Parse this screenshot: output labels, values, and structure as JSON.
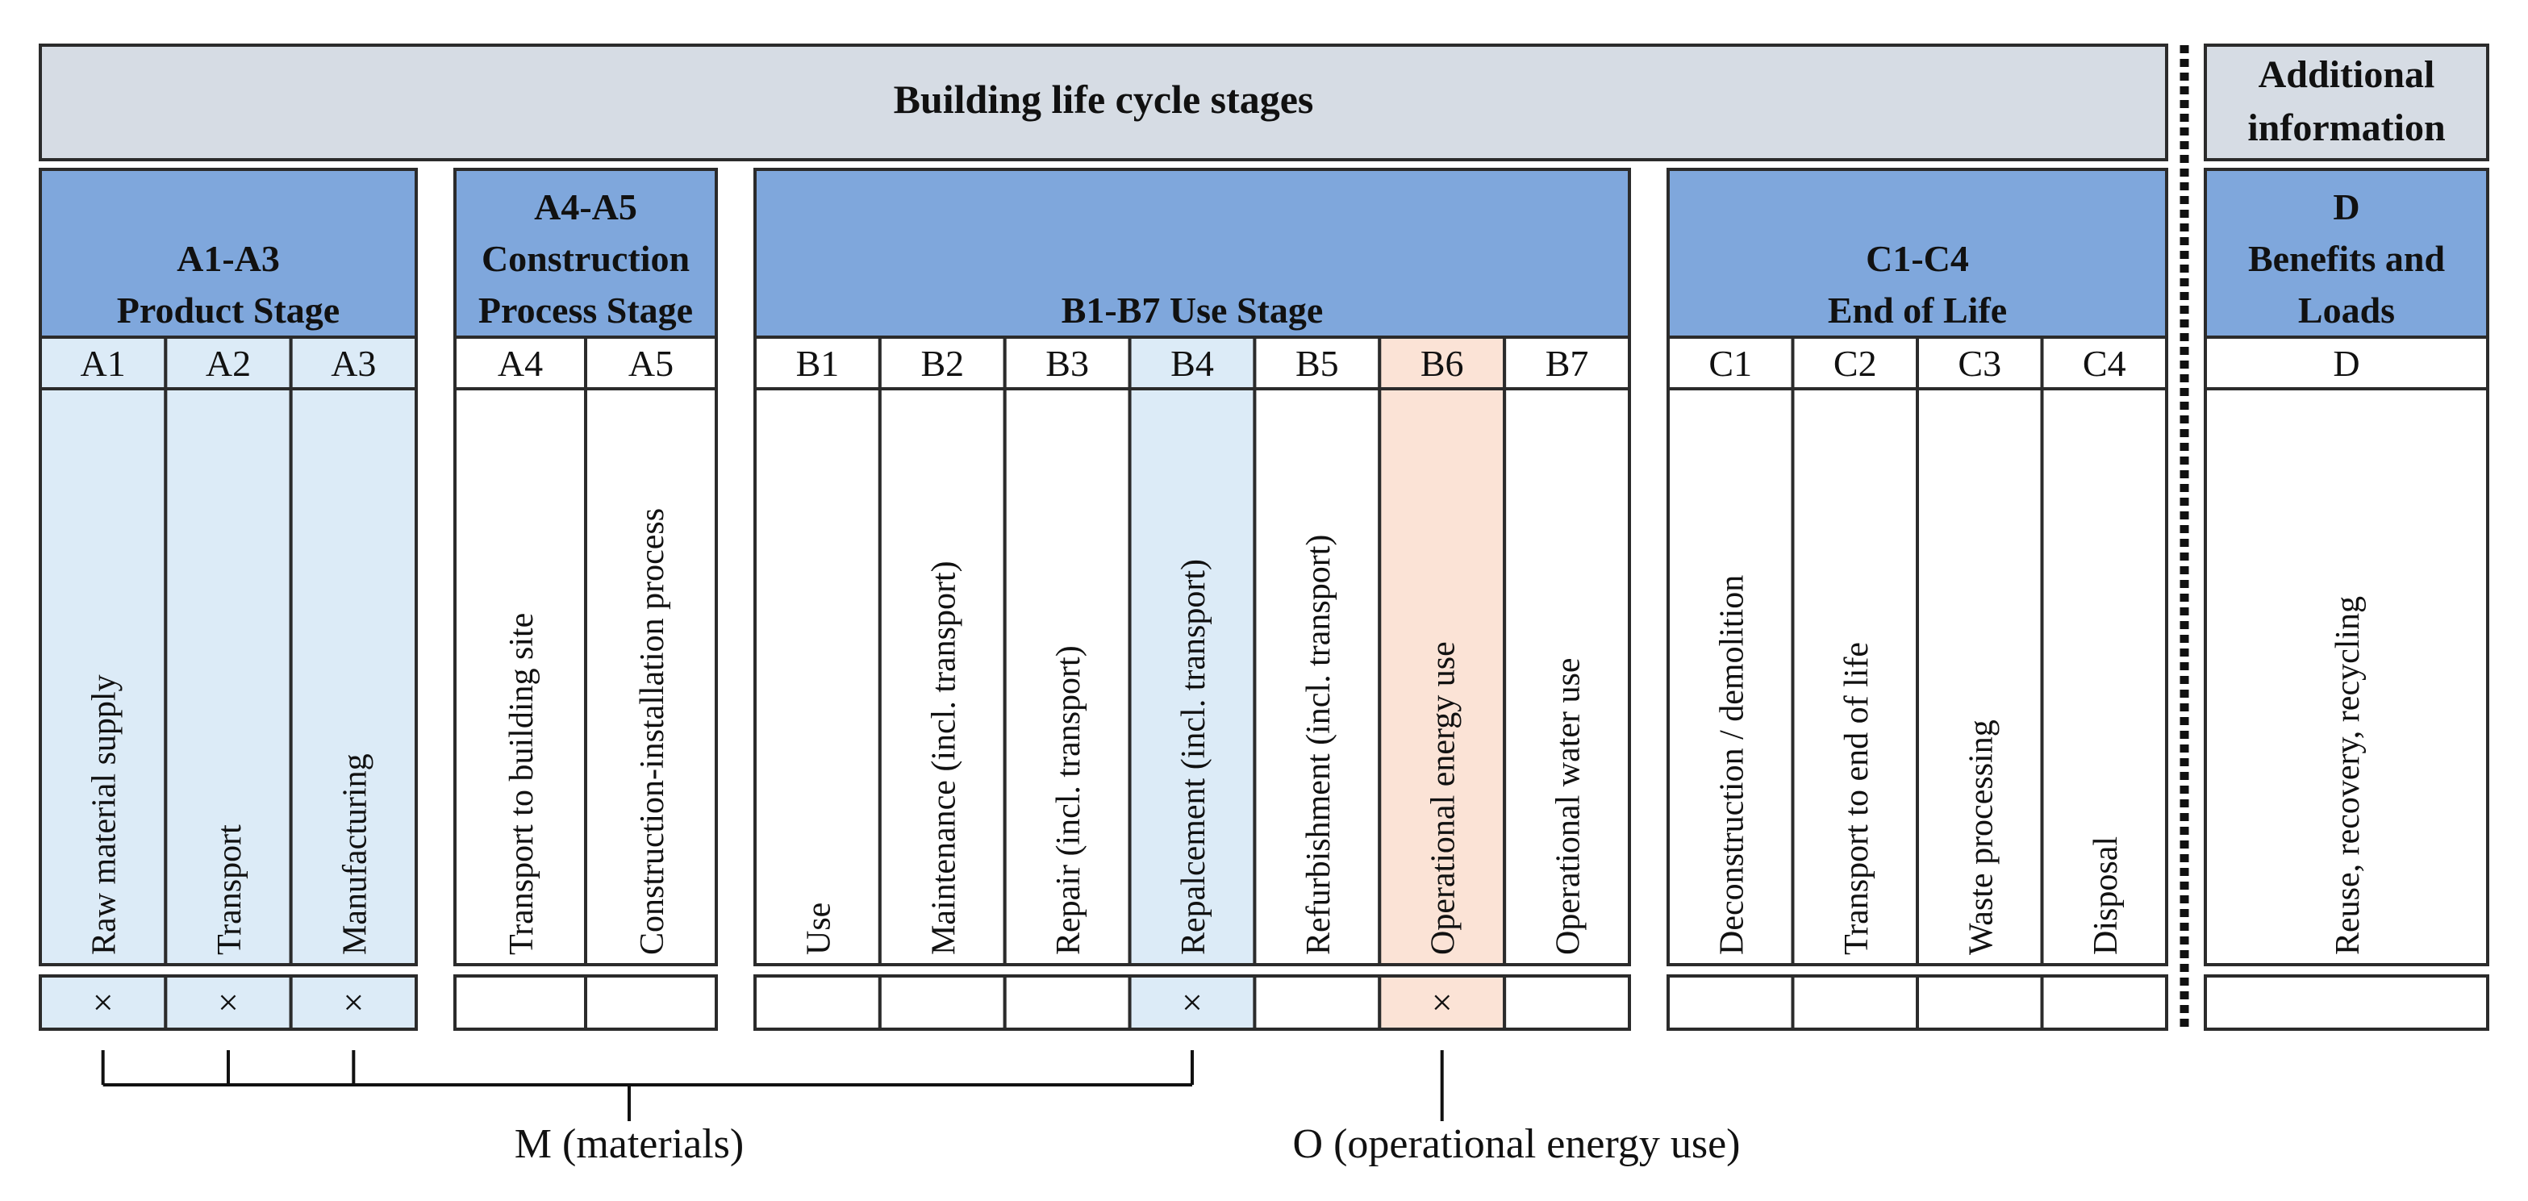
{
  "header": {
    "title": "Building life cycle stages",
    "additional_title_line1": "Additional",
    "additional_title_line2": "information"
  },
  "groups": [
    {
      "id": "A1-A3",
      "lines": [
        "A1-A3",
        "Product Stage"
      ]
    },
    {
      "id": "A4-A5",
      "lines": [
        "A4-A5",
        "Construction",
        "Process Stage"
      ]
    },
    {
      "id": "B1-B7",
      "lines": [
        "B1-B7 Use Stage"
      ]
    },
    {
      "id": "C1-C4",
      "lines": [
        "C1-C4",
        "End of Life"
      ]
    },
    {
      "id": "D",
      "lines": [
        "D",
        "Benefits and",
        "Loads"
      ]
    }
  ],
  "modules": [
    {
      "code": "A1",
      "label": "Raw material supply",
      "group": 0,
      "fill": "blue",
      "included": true
    },
    {
      "code": "A2",
      "label": "Transport",
      "group": 0,
      "fill": "blue",
      "included": true
    },
    {
      "code": "A3",
      "label": "Manufacturing",
      "group": 0,
      "fill": "blue",
      "included": true
    },
    {
      "code": "A4",
      "label": "Transport to building site",
      "group": 1,
      "fill": "white",
      "included": false
    },
    {
      "code": "A5",
      "label": "Construction-installation process",
      "group": 1,
      "fill": "white",
      "included": false
    },
    {
      "code": "B1",
      "label": "Use",
      "group": 2,
      "fill": "white",
      "included": false
    },
    {
      "code": "B2",
      "label": "Maintenance (incl. transport)",
      "group": 2,
      "fill": "white",
      "included": false
    },
    {
      "code": "B3",
      "label": "Repair (incl. transport)",
      "group": 2,
      "fill": "white",
      "included": false
    },
    {
      "code": "B4",
      "label": "Repalcement (incl. transport)",
      "group": 2,
      "fill": "blue",
      "included": true
    },
    {
      "code": "B5",
      "label": "Refurbishment (incl. transport)",
      "group": 2,
      "fill": "white",
      "included": false
    },
    {
      "code": "B6",
      "label": "Operational energy use",
      "group": 2,
      "fill": "orange",
      "included": true
    },
    {
      "code": "B7",
      "label": "Operational water use",
      "group": 2,
      "fill": "white",
      "included": false
    },
    {
      "code": "C1",
      "label": "Deconstruction / demolition",
      "group": 3,
      "fill": "white",
      "included": false
    },
    {
      "code": "C2",
      "label": "Transport to end of life",
      "group": 3,
      "fill": "white",
      "included": false
    },
    {
      "code": "C3",
      "label": "Waste processing",
      "group": 3,
      "fill": "white",
      "included": false
    },
    {
      "code": "C4",
      "label": "Disposal",
      "group": 3,
      "fill": "white",
      "included": false
    },
    {
      "code": "D",
      "label": "Reuse, recovery, recycling",
      "group": 4,
      "fill": "white",
      "included": false
    }
  ],
  "check_mark": "×",
  "brackets": {
    "materials_label": "M (materials)",
    "operational_label": "O (operational energy use)"
  },
  "colors": {
    "header_fill": "#D6DCE4",
    "stage_fill": "#7FA7DC",
    "light_blue": "#DCEBF7",
    "light_orange": "#FBE3D6",
    "border": "#2b2b2b",
    "text": "#111111"
  }
}
